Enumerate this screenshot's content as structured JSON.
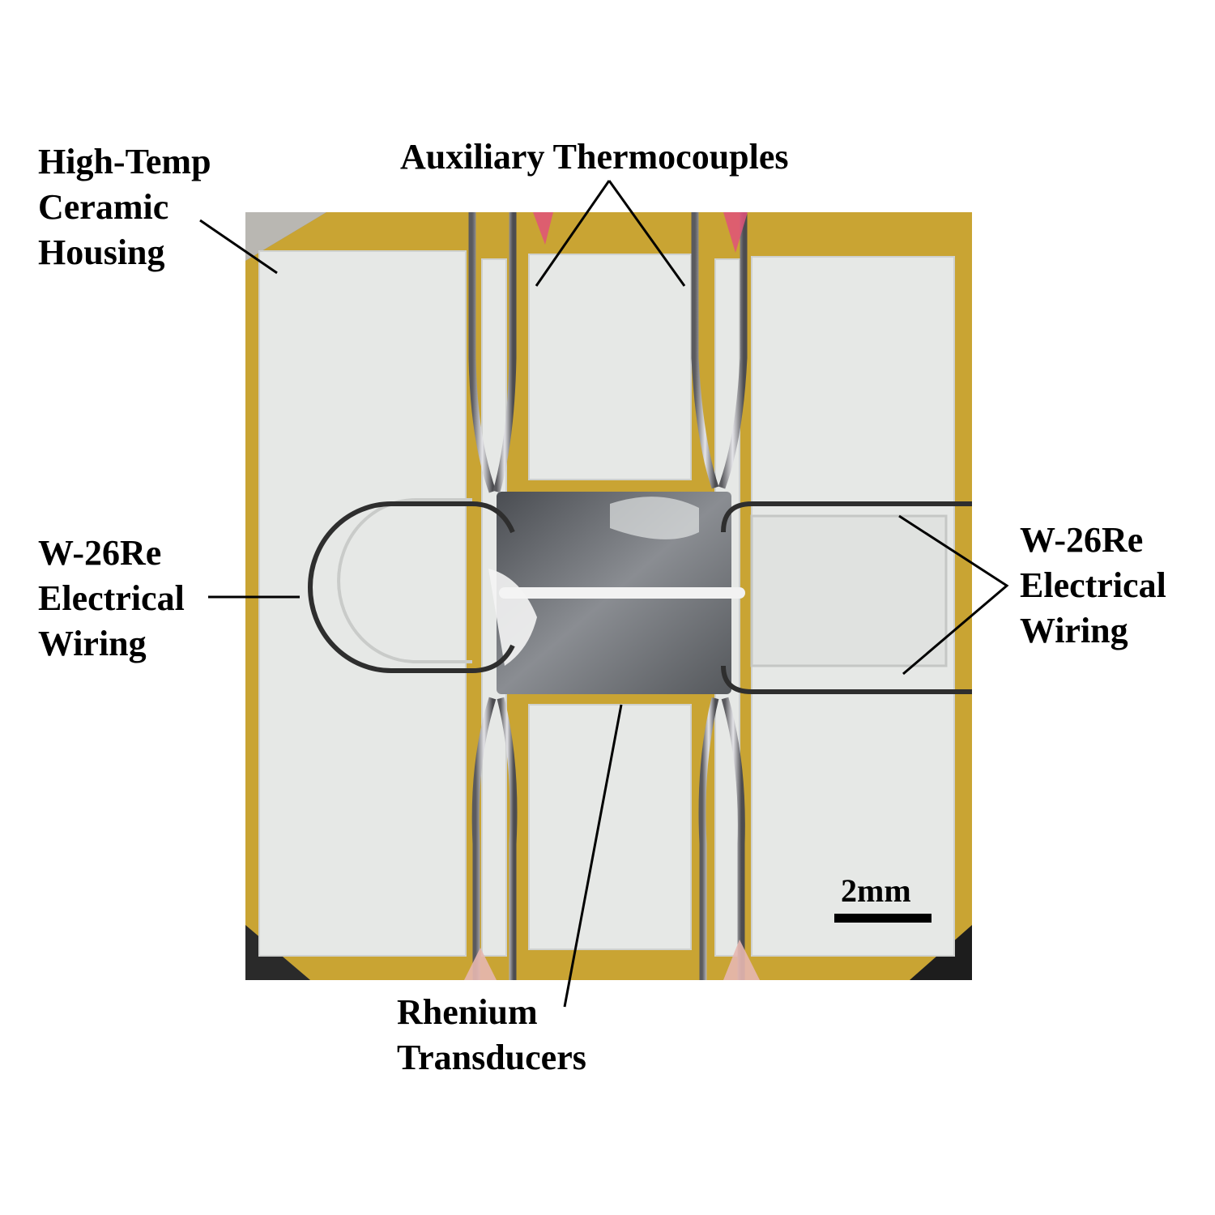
{
  "figure": {
    "type": "annotated-photograph",
    "subject": "Rhenium transducer sensor assembly in ceramic housing"
  },
  "labels": {
    "housing": {
      "lines": [
        "High-Temp",
        "Ceramic",
        "Housing"
      ]
    },
    "thermocouples": {
      "lines": [
        "Auxiliary Thermocouples"
      ]
    },
    "wiring_left": {
      "lines": [
        "W-26Re",
        "Electrical",
        "Wiring"
      ]
    },
    "wiring_right": {
      "lines": [
        "W-26Re",
        "Electrical",
        "Wiring"
      ]
    },
    "transducers": {
      "lines": [
        "Rhenium",
        "Transducers"
      ]
    }
  },
  "scale_bar": {
    "label": "2mm"
  },
  "colors": {
    "ceramic": "#e8eae8",
    "kapton_tape": "#c9a433",
    "metal_plate": "#5d6064",
    "wire_dark": "#2e2e2e",
    "wire_steel": "#a9a9ad",
    "fiber_pink": "#e0527a"
  }
}
